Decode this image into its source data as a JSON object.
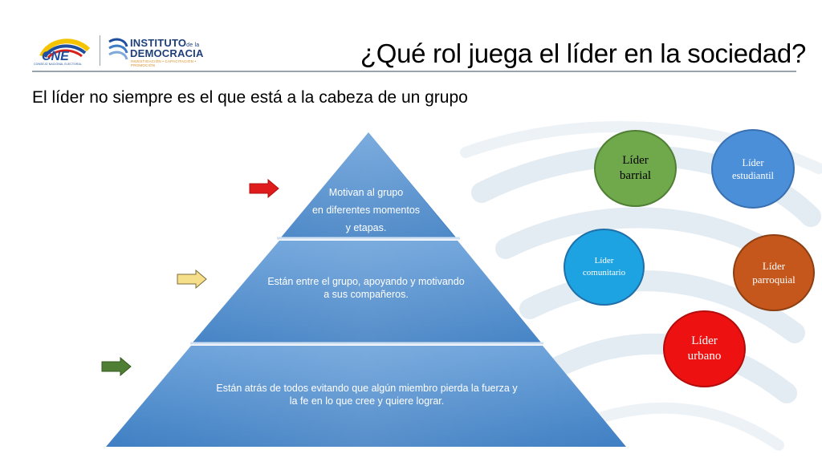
{
  "logos": {
    "cne": "CNE",
    "cne_sub": "CONSEJO NACIONAL ELECTORAL",
    "instituto_1": "INSTITUTO",
    "instituto_de_la": "de la",
    "instituto_2": "DEMOCRACIA",
    "instituto_3": "INVESTIGACIÓN • CAPACITACIÓN • PROMOCIÓN"
  },
  "header": {
    "title": "¿Qué rol juega el líder en la sociedad?",
    "subtitle": "El líder no siempre es el que está a la cabeza de un grupo"
  },
  "pyramid": {
    "tiers": [
      {
        "lines": [
          "Motivan al grupo",
          "en diferentes momentos",
          "y etapas."
        ],
        "arrow_color": "#e01b1b"
      },
      {
        "lines": [
          "Están entre el grupo, apoyando y motivando",
          "a sus compañeros."
        ],
        "arrow_color": "#f5df8a"
      },
      {
        "lines": [
          "Están atrás de todos evitando que algún miembro pierda la fuerza y",
          "la fe en lo que cree y quiere lograr."
        ],
        "arrow_color": "#4f7f34"
      }
    ],
    "fill": "#4a86c8"
  },
  "leaders": [
    {
      "label": "Líder barrial",
      "line1": "Líder",
      "line2": "barrial",
      "color": "#70a84c"
    },
    {
      "label": "Líder estudiantil",
      "line1": "Líder",
      "line2": "estudiantil",
      "color": "#4a8fd8"
    },
    {
      "label": "Líder comunitario",
      "line1": "Líder",
      "line2": "comunitario",
      "color": "#1ea3e2"
    },
    {
      "label": "Líder parroquial",
      "line1": "Líder",
      "line2": "parroquial",
      "color": "#c5571c"
    },
    {
      "label": "Líder urbano",
      "line1": "Líder",
      "line2": "urbano",
      "color": "#ee1111"
    }
  ]
}
